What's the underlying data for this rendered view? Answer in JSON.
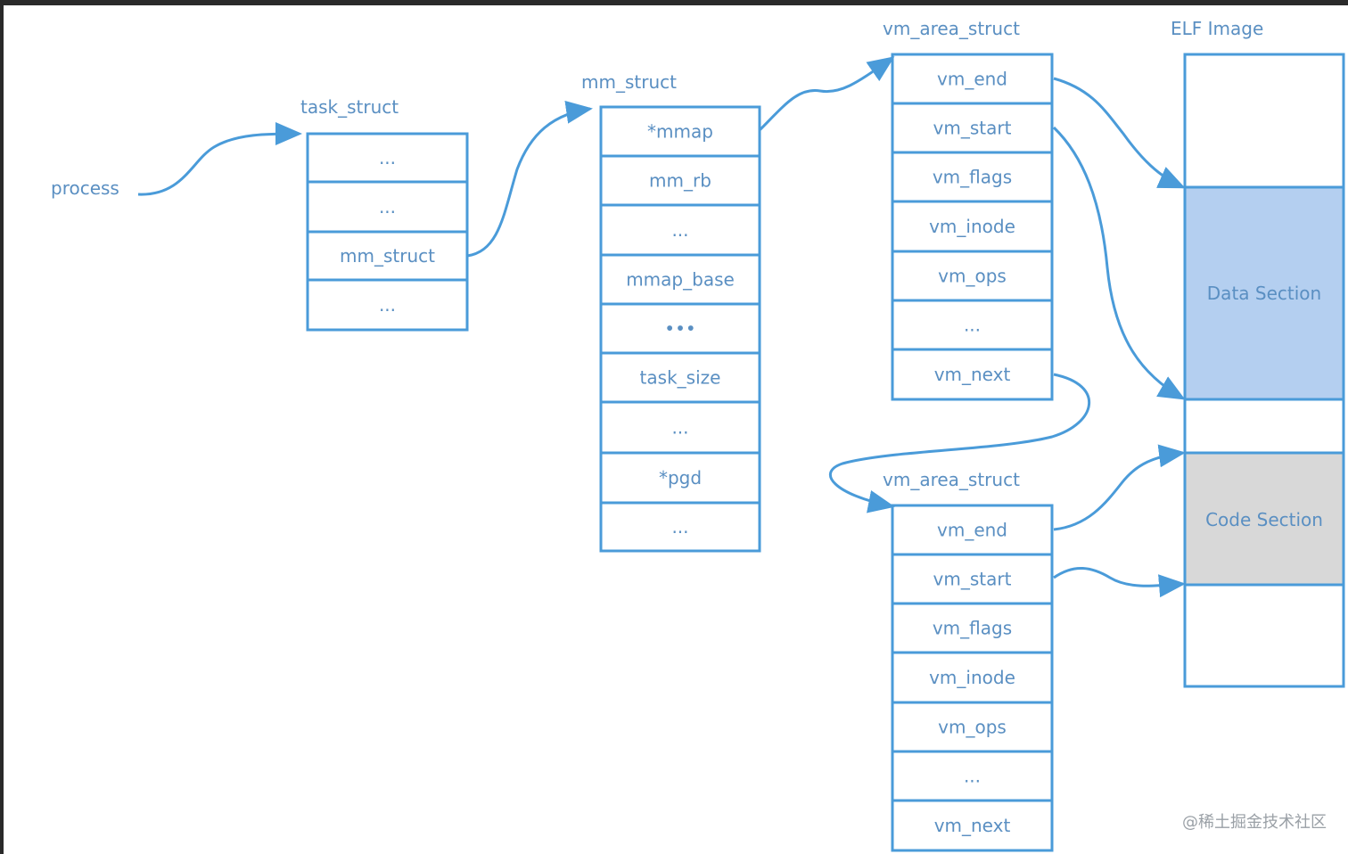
{
  "process_label": "process",
  "task_struct": {
    "title": "task_struct",
    "fields": [
      "...",
      "...",
      "mm_struct",
      "..."
    ]
  },
  "mm_struct": {
    "title": "mm_struct",
    "fields": [
      "*mmap",
      "mm_rb",
      "...",
      "mmap_base",
      "•••",
      "task_size",
      "...",
      "*pgd",
      "..."
    ]
  },
  "vm_area_struct_1": {
    "title": "vm_area_struct",
    "fields": [
      "vm_end",
      "vm_start",
      "vm_flags",
      "vm_inode",
      "vm_ops",
      "...",
      "vm_next"
    ]
  },
  "vm_area_struct_2": {
    "title": "vm_area_struct",
    "fields": [
      "vm_end",
      "vm_start",
      "vm_flags",
      "vm_inode",
      "vm_ops",
      "...",
      "vm_next"
    ]
  },
  "elf_image": {
    "title": "ELF Image",
    "data_section": "Data Section",
    "code_section": "Code Section"
  },
  "watermark": "@稀土掘金技术社区",
  "colors": {
    "line": "#4a9bd9",
    "text": "#5a8fc2",
    "data_section_fill": "#b4cff0",
    "code_section_fill": "#d8d8d8"
  }
}
